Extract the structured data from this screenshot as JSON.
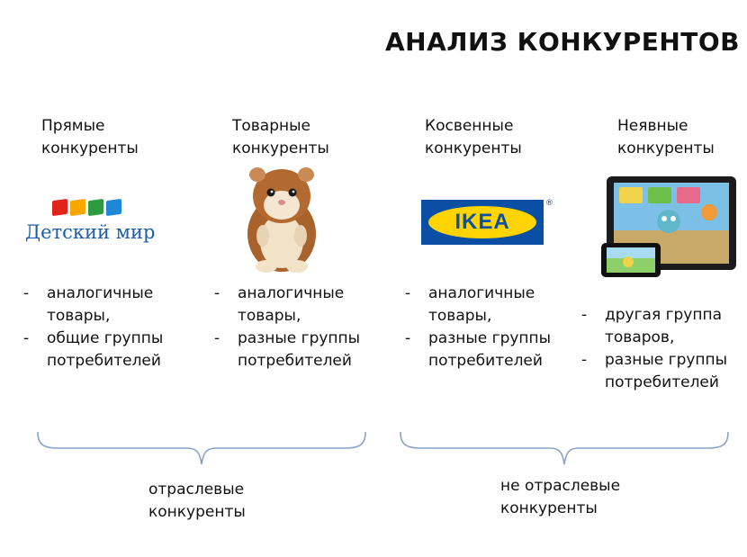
{
  "title": "АНАЛИЗ КОНКУРЕНТОВ",
  "columns": [
    {
      "heading": "Прямые\nконкуренты",
      "logo_text": "Детский мир",
      "bullets": [
        "аналогичные\nтовары,",
        "общие группы\nпотребителей"
      ]
    },
    {
      "heading": "Товарные\nконкуренты",
      "bullets": [
        "аналогичные\nтовары,",
        "разные группы\nпотребителей"
      ]
    },
    {
      "heading": "Косвенные\nконкуренты",
      "logo_text": "IKEA",
      "bullets": [
        "аналогичные\nтовары,",
        "разные группы\nпотребителей"
      ]
    },
    {
      "heading": "Неявные\nконкуренты",
      "bullets": [
        "другая группа\nтоваров,",
        "разные группы\nпотребителей"
      ]
    }
  ],
  "groups": [
    {
      "label": "отраслевые\nконкуренты"
    },
    {
      "label": "не отраслевые\nконкуренты"
    }
  ],
  "bullet_marker": "-",
  "ikea_registered": "®",
  "colors": {
    "detskiy_mir_blocks": [
      "#e2231a",
      "#f7a600",
      "#2e9b3f",
      "#1e88d6"
    ],
    "detskiy_mir_text": "#1d5ea8",
    "ikea_blue": "#0a4fa3",
    "ikea_yellow": "#ffd400",
    "brace": "#8aa4c8"
  },
  "icons": [
    "detskiy-mir-logo",
    "hamster-toy-image",
    "ikea-logo",
    "tablet-phone-image"
  ]
}
